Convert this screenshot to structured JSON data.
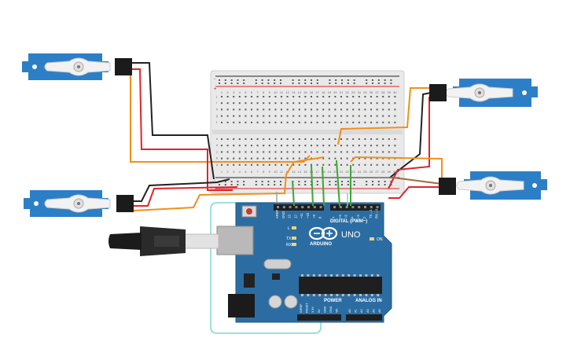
{
  "board": {
    "brand": "ARDUINO",
    "model": "UNO",
    "digital_label": "DIGITAL (PWM~)",
    "power_label": "POWER",
    "analog_label": "ANALOG IN",
    "on_label": "ON",
    "l_label": "L",
    "tx_label": "TX",
    "rx_label": "RX",
    "digital_pins": [
      "AREF",
      "GND",
      "13",
      "12",
      "~11",
      "~10",
      "~9",
      "8",
      "7",
      "~6",
      "~5",
      "4",
      "~3",
      "2",
      "TX→1",
      "RX←0"
    ],
    "power_pins": [
      "IOREF",
      "RESET",
      "3.3V",
      "5V",
      "GND",
      "GND",
      "Vin"
    ],
    "analog_pins": [
      "A0",
      "A1",
      "A2",
      "A3",
      "A4",
      "A5"
    ]
  },
  "breadboard": {
    "rail_minus": "-",
    "rail_plus": "+",
    "column_numbers": [
      "1",
      "2",
      "3",
      "4",
      "5",
      "6",
      "7",
      "8",
      "9",
      "10",
      "11",
      "12",
      "13",
      "14",
      "15",
      "16",
      "17",
      "18",
      "19",
      "20",
      "21",
      "22",
      "23",
      "24",
      "25",
      "26",
      "27",
      "28",
      "29",
      "30"
    ],
    "row_letters_top": [
      "j",
      "i",
      "h",
      "g",
      "f"
    ],
    "row_letters_bottom": [
      "e",
      "d",
      "c",
      "b",
      "a"
    ]
  },
  "servos": [
    {
      "id": "servo-top-left"
    },
    {
      "id": "servo-bottom-left"
    },
    {
      "id": "servo-top-right"
    },
    {
      "id": "servo-bottom-right"
    }
  ],
  "colors": {
    "board": "#2b6da3",
    "breadboard": "#e9e9e9",
    "servo": "#2c7fc7",
    "wire_red": "#e0242a",
    "wire_black": "#222222",
    "wire_orange": "#f0901a",
    "wire_green": "#3ca832",
    "wire_brown": "#a06a3a",
    "usb_cable": "#7fd6d0"
  }
}
